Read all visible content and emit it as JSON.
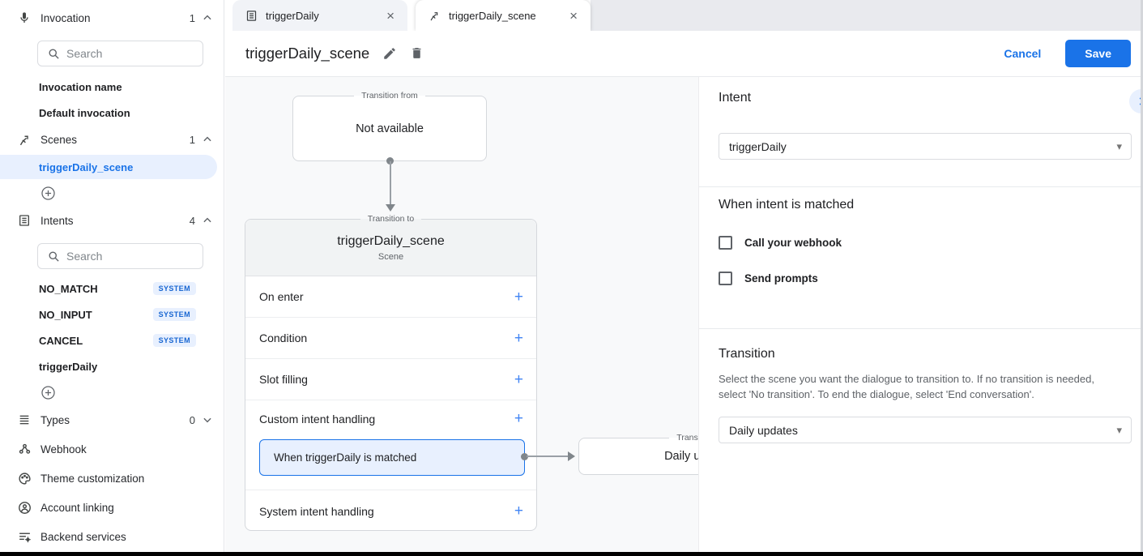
{
  "colors": {
    "accent": "#1a73e8",
    "selection_bg": "#e8f0fe",
    "canvas_bg": "#f8f9fa",
    "card_header_bg": "#f1f3f4",
    "badge_text": "#1967d2"
  },
  "sidebar": {
    "invocation": {
      "label": "Invocation",
      "count": "1",
      "search_placeholder": "Search"
    },
    "invocation_items": [
      {
        "label": "Invocation name"
      },
      {
        "label": "Default invocation"
      }
    ],
    "scenes": {
      "label": "Scenes",
      "count": "1"
    },
    "scene_items": [
      {
        "label": "triggerDaily_scene",
        "selected": true
      }
    ],
    "intents": {
      "label": "Intents",
      "count": "4",
      "search_placeholder": "Search"
    },
    "intent_items": [
      {
        "label": "NO_MATCH",
        "badge": "SYSTEM"
      },
      {
        "label": "NO_INPUT",
        "badge": "SYSTEM"
      },
      {
        "label": "CANCEL",
        "badge": "SYSTEM"
      },
      {
        "label": "triggerDaily",
        "badge": ""
      }
    ],
    "types": {
      "label": "Types",
      "count": "0"
    },
    "links": [
      {
        "label": "Webhook"
      },
      {
        "label": "Theme customization"
      },
      {
        "label": "Account linking"
      },
      {
        "label": "Backend services"
      }
    ]
  },
  "tabs": [
    {
      "label": "triggerDaily",
      "icon": "intent-icon",
      "close": "×"
    },
    {
      "label": "triggerDaily_scene",
      "icon": "scene-icon",
      "close": "×"
    }
  ],
  "header": {
    "title": "triggerDaily_scene",
    "cancel_label": "Cancel",
    "save_label": "Save"
  },
  "canvas": {
    "transition_from": {
      "legend": "Transition from",
      "body": "Not available"
    },
    "scene_card": {
      "legend": "Transition to",
      "title": "triggerDaily_scene",
      "subtitle": "Scene",
      "rows": [
        {
          "label": "On enter",
          "plus": "+"
        },
        {
          "label": "Condition",
          "plus": "+"
        },
        {
          "label": "Slot filling",
          "plus": "+"
        },
        {
          "label": "Custom intent handling",
          "plus": "+"
        },
        {
          "label": "System intent handling",
          "plus": "+"
        }
      ],
      "handler": {
        "label": "When triggerDaily is matched"
      }
    },
    "target_card": {
      "legend": "Transition to",
      "body": "Daily updates"
    }
  },
  "panel": {
    "intent_heading": "Intent",
    "intent_value": "triggerDaily",
    "matched_heading": "When intent is matched",
    "checkboxes": [
      {
        "label": "Call your webhook",
        "checked": false
      },
      {
        "label": "Send prompts",
        "checked": false
      }
    ],
    "transition_heading": "Transition",
    "transition_help": "Select the scene you want the dialogue to transition to. If no transition is needed, select 'No transition'. To end the dialogue, select 'End conversation'.",
    "transition_value": "Daily updates"
  },
  "icons": {
    "mic-icon": "microphone",
    "scene-icon": "transition-arrow",
    "intent-icon": "document-list",
    "types-icon": "lines",
    "webhook-icon": "linked-dots",
    "theme-icon": "palette",
    "account-icon": "person-circle",
    "backend-icon": "list-gear",
    "search-icon": "magnifier",
    "add-icon": "plus-in-circle",
    "edit-icon": "pencil",
    "delete-icon": "trash",
    "chevron-up-icon": "^",
    "chevron-down-icon": "v",
    "chevron-right-icon": ">",
    "dropdown-caret": "▾"
  }
}
